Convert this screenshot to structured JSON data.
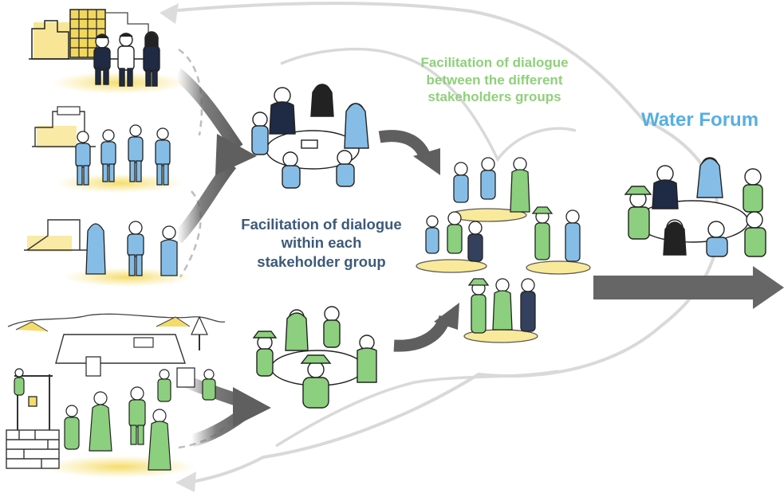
{
  "labels": {
    "between_groups": [
      "Facilitation of dialogue",
      "between the different",
      "stakeholders groups"
    ],
    "water_forum": "Water Forum",
    "within_group": [
      "Facilitation of dialogue",
      "within each",
      "stakeholder group"
    ]
  },
  "colors": {
    "between_groups": "#8fd07a",
    "water_forum": "#56afe3",
    "within_group": "#3c5a7a",
    "arrow": "#666666",
    "cloud": "#d9d9d9",
    "highlight": "#f7e27a",
    "blue_figure": "#86bde6",
    "green_figure": "#8ccf7e",
    "navy_figure": "#33405e"
  },
  "icons": [
    "city-officials-scene",
    "institution-staff-scene",
    "community-scene",
    "village-well-scene",
    "group-meeting-table",
    "multi-stakeholder-gathering",
    "water-forum-table"
  ]
}
